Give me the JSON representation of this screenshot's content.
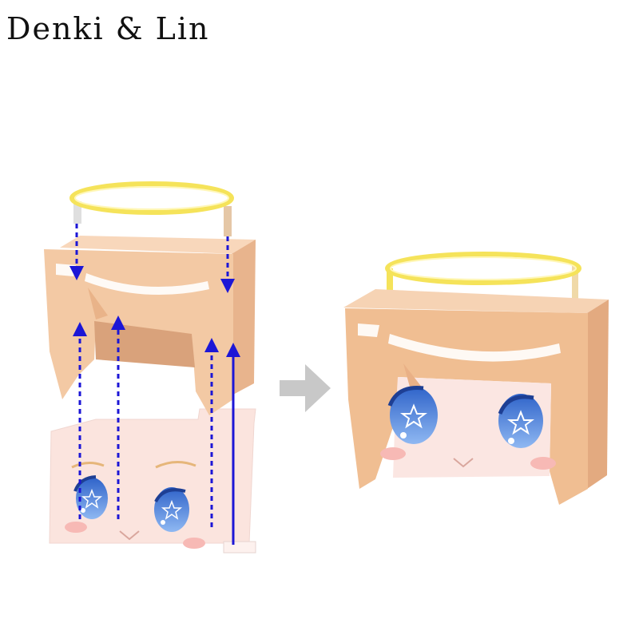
{
  "brand": {
    "text": "Denki & Lin",
    "color": "#111111"
  },
  "figure": {
    "left_kit": {
      "halo_color": "#f5e35a",
      "hair_color": "#f3c9a4",
      "face_color": "#fbe4de",
      "eye_color": "#3f7ee0",
      "arrow_color": "#1c16d6",
      "icons": [
        "halo",
        "hair-cover",
        "face-panel",
        "eye-left",
        "eye-right",
        "blush",
        "mouth"
      ]
    },
    "step_arrow_icon": "right-arrow-icon",
    "step_arrow_color": "#c8c8c8",
    "assembled": {
      "halo_color": "#f5e35a",
      "hair_color": "#f0be92",
      "face_color": "#fbe6e2",
      "eye_color": "#3f7ee0"
    }
  }
}
